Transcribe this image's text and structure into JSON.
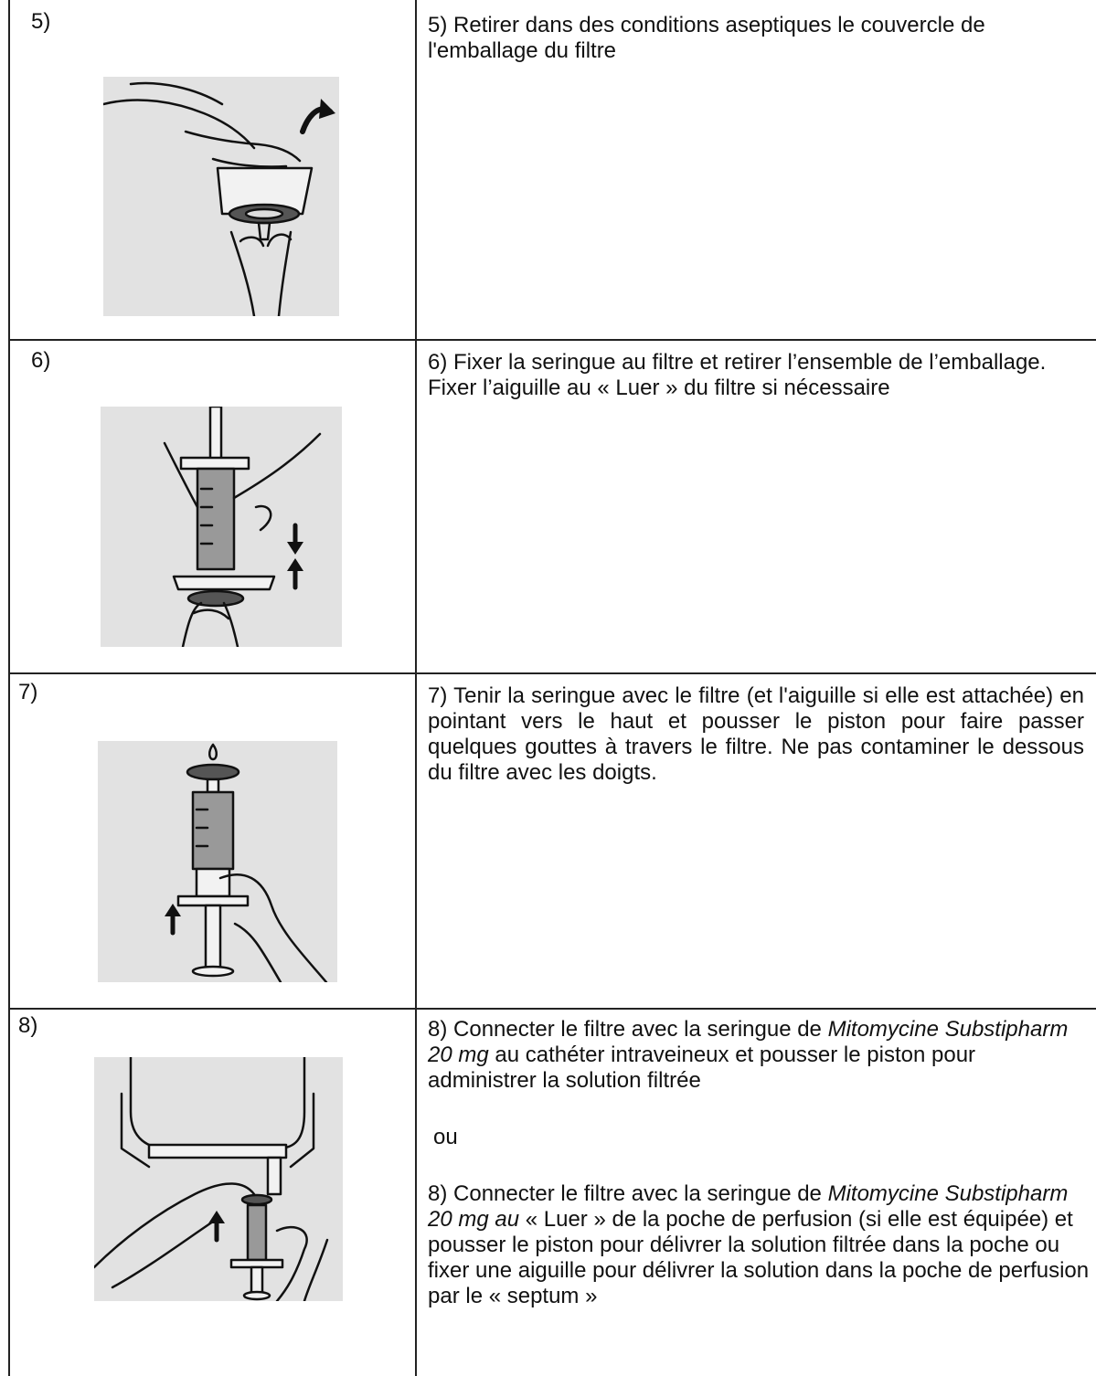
{
  "rows": [
    {
      "label": "5)",
      "icon": "peel-filter-lid-illustration",
      "text": "5) Retirer dans des conditions aseptiques le couvercle de l'emballage du filtre"
    },
    {
      "label": "6)",
      "icon": "attach-syringe-filter-illustration",
      "text": "6) Fixer la seringue au filtre et retirer l’ensemble de l’emballage. Fixer l’aiguille au « Luer » du filtre si nécessaire"
    },
    {
      "label": "7)",
      "icon": "prime-filter-illustration",
      "text": "7) Tenir la seringue avec le filtre (et l'aiguille si elle est attachée) en pointant vers le haut et pousser le piston pour faire passer quelques gouttes à travers le filtre. Ne pas contaminer le dessous du filtre avec les doigts."
    },
    {
      "label": "8)",
      "icon": "infusion-bag-connection-illustration",
      "text_a_1": "8) Connecter le filtre avec la seringue de ",
      "text_a_em": "Mitomycine Substipharm 20 mg",
      "text_a_2": " au cathéter intraveineux et pousser le piston pour administrer la solution filtrée",
      "or": "ou",
      "text_b_1": "8) Connecter le filtre avec la seringue de ",
      "text_b_em": "Mitomycine Substipharm 20 mg au",
      "text_b_2": " « Luer » de la poche de perfusion (si elle est équipée) et pousser le piston pour délivrer la solution filtrée dans la poche ou fixer une aiguille pour délivrer la solution dans la poche de perfusion par le « septum »"
    }
  ]
}
